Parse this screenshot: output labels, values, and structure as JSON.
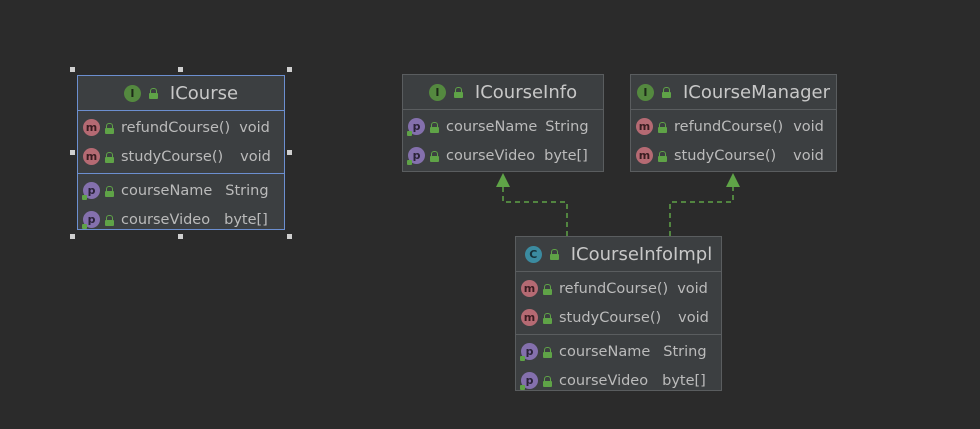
{
  "boxes": {
    "icourse": {
      "title": "ICourse",
      "kind": "I",
      "methods": [
        {
          "name": "refundCourse()",
          "type": "void"
        },
        {
          "name": "studyCourse()",
          "type": "void"
        }
      ],
      "fields": [
        {
          "name": "courseName",
          "type": "String"
        },
        {
          "name": "courseVideo",
          "type": "byte[]"
        }
      ]
    },
    "icourseinfo": {
      "title": "ICourseInfo",
      "kind": "I",
      "fields": [
        {
          "name": "courseName",
          "type": "String"
        },
        {
          "name": "courseVideo",
          "type": "byte[]"
        }
      ]
    },
    "icoursemanager": {
      "title": "ICourseManager",
      "kind": "I",
      "methods": [
        {
          "name": "refundCourse()",
          "type": "void"
        },
        {
          "name": "studyCourse()",
          "type": "void"
        }
      ]
    },
    "icourseinfoimpl": {
      "title": "ICourseInfoImpl",
      "kind": "C",
      "methods": [
        {
          "name": "refundCourse()",
          "type": "void"
        },
        {
          "name": "studyCourse()",
          "type": "void"
        }
      ],
      "fields": [
        {
          "name": "courseName",
          "type": "String"
        },
        {
          "name": "courseVideo",
          "type": "byte[]"
        }
      ]
    }
  },
  "icons": {
    "interface": "interface-icon",
    "class": "class-icon",
    "method": "method-icon",
    "property": "property-icon",
    "visibility": "public-lock-icon"
  },
  "colors": {
    "background": "#2b2b2b",
    "box": "#3c3f41",
    "selected_border": "#6c8fd0",
    "edge": "#5fa347"
  }
}
